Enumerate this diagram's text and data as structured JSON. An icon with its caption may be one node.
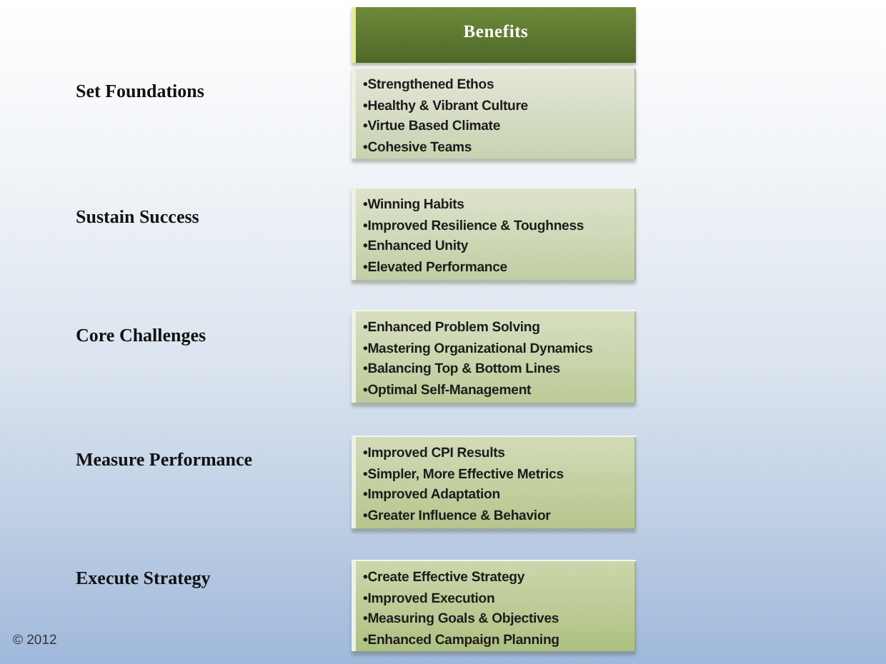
{
  "diagram": {
    "nodes": [
      {
        "text": [
          "Benefits"
        ]
      },
      {
        "text": [
          "•Strengthened Ethos",
          "•Healthy & Vibrant Culture",
          "•Virtue Based Climate",
          "•Cohesive Teams"
        ]
      },
      {
        "text": [
          "•Winning Habits",
          "•Improved Resilience & Toughness",
          "•Enhanced Unity",
          "•Elevated Performance"
        ]
      },
      {
        "text": [
          "•Enhanced Problem Solving",
          "•Mastering Organizational Dynamics",
          "•Balancing Top & Bottom Lines",
          "•Optimal Self-Management"
        ]
      },
      {
        "text": [
          "•Improved CPI Results",
          "•Simpler, More Effective Metrics",
          "•Improved Adaptation",
          "•Greater Influence & Behavior"
        ]
      },
      {
        "text": [
          "•Create Effective Strategy",
          "•Improved Execution",
          "•Measuring Goals & Objectives",
          "•Enhanced Campaign Planning"
        ]
      }
    ],
    "labels": [
      "Set Foundations",
      "Sustain Success",
      "Core Challenges",
      "Measure Performance",
      "Execute Strategy",
      "© 2012"
    ]
  }
}
